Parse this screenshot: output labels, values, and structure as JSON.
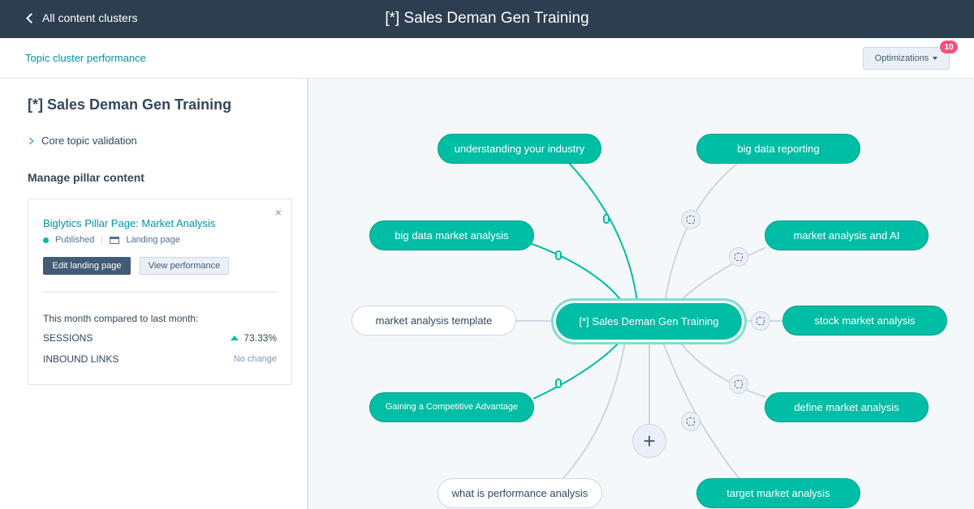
{
  "header": {
    "back_label": "All content clusters",
    "title": "[*] Sales Deman Gen Training"
  },
  "subheader": {
    "topic_cluster_link": "Topic cluster performance",
    "optimizations_label": "Optimizations",
    "optimizations_count": "10"
  },
  "sidebar": {
    "title": "[*] Sales Deman Gen Training",
    "core_topic": "Core topic validation",
    "manage_heading": "Manage pillar content",
    "card": {
      "close": "×",
      "pillar_title": "Biglytics Pillar Page: Market Analysis",
      "status": "Published",
      "page_type": "Landing page",
      "edit_button": "Edit landing page",
      "view_button": "View performance",
      "compare_label": "This month compared to last month:",
      "sessions_label": "SESSIONS",
      "sessions_value": "73.33%",
      "inbound_label": "INBOUND LINKS",
      "inbound_value": "No change"
    }
  },
  "cluster": {
    "center": "[*] Sales Deman Gen Training",
    "add_symbol": "+",
    "nodes": {
      "understanding_industry": "understanding your industry",
      "big_data_reporting": "big data reporting",
      "big_data_market_analysis": "big data market analysis",
      "market_analysis_ai": "market analysis and AI",
      "market_analysis_template": "market analysis template",
      "stock_market_analysis": "stock market analysis",
      "gaining_competitive": "Gaining a Competitive Advantage",
      "define_market_analysis": "define market analysis",
      "what_is_performance": "what is performance analysis",
      "target_market_analysis": "target market analysis"
    }
  },
  "colors": {
    "header_bg": "#2d3e50",
    "teal": "#00bda5",
    "link": "#0091ae",
    "badge": "#f2547d"
  }
}
